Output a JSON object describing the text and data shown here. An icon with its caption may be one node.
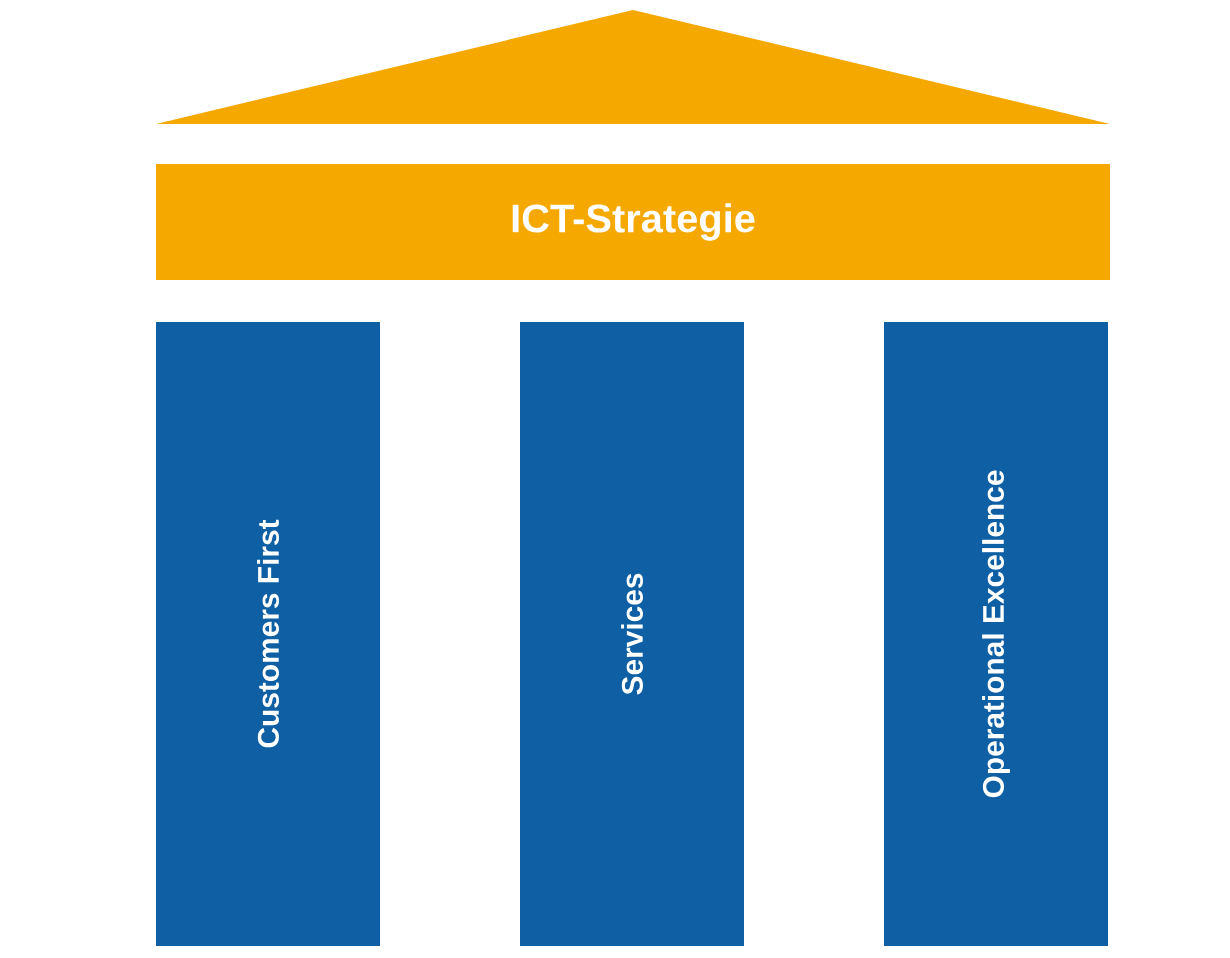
{
  "diagram": {
    "nodes": [
      {
        "text": [],
        "shape": "triangle"
      },
      {
        "text": [
          "ICT-Strategie"
        ]
      },
      {
        "text": [
          "Customers First"
        ]
      },
      {
        "text": [
          "Services"
        ]
      },
      {
        "text": [
          "Operational Excellence"
        ]
      }
    ]
  }
}
